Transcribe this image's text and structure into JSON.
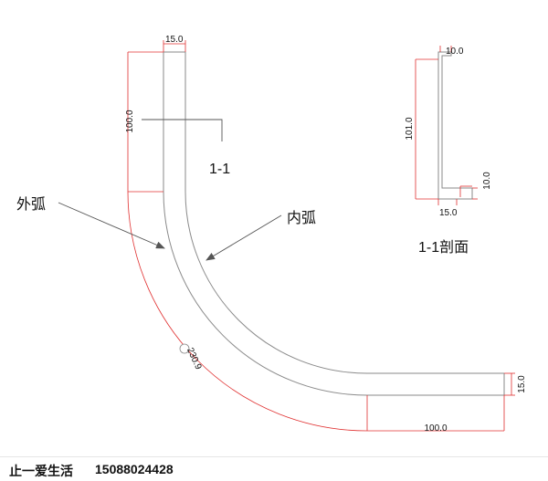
{
  "diagram": {
    "dimensions": {
      "top_width": "15.0",
      "left_height": "100.0",
      "arc_length": "230.9",
      "bottom_length": "100.0",
      "right_width": "15.0",
      "section_top": "10.0",
      "section_height": "101.0",
      "section_bottom": "15.0",
      "section_lip": "10.0"
    },
    "labels": {
      "section_mark": "1-1",
      "outer_arc": "外弧",
      "inner_arc": "内弧",
      "section_title": "1-1剖面"
    },
    "colors": {
      "outline": "#808080",
      "dimension": "#e03030",
      "leader": "#555555"
    }
  },
  "footer": {
    "brand": "止一爱生活",
    "phone": "15088024428"
  }
}
